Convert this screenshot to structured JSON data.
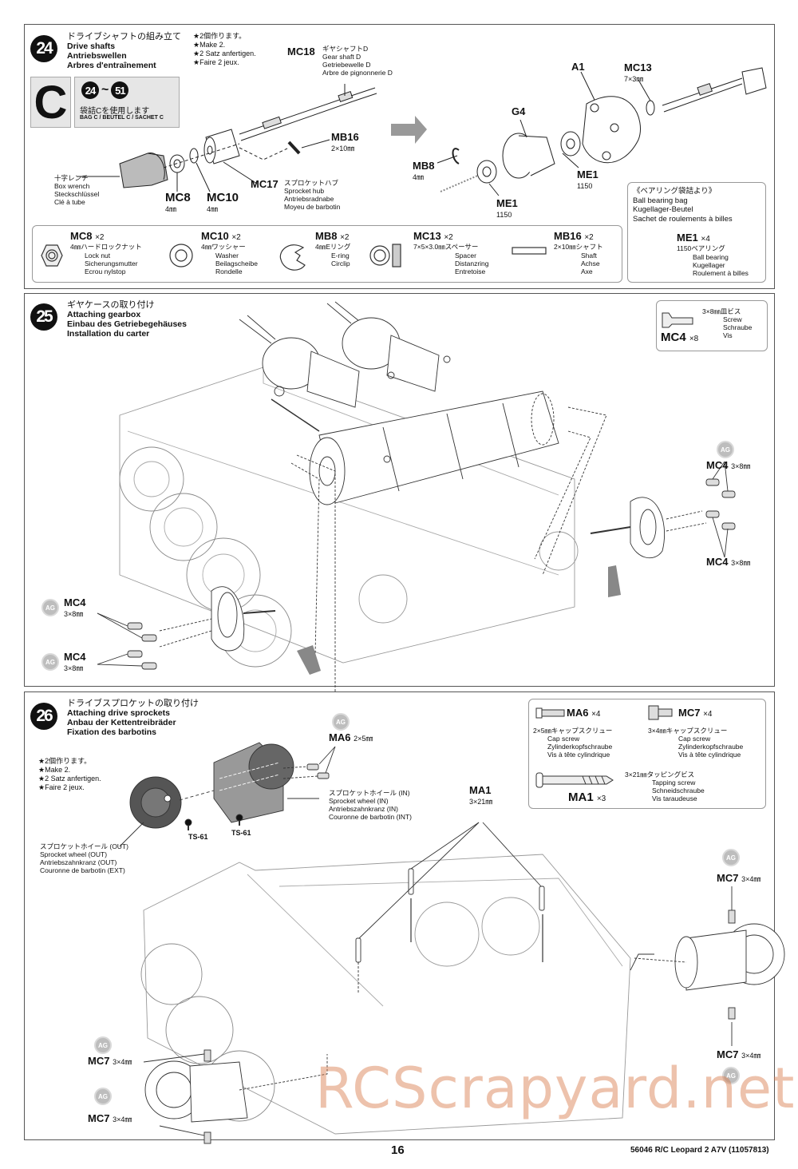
{
  "page": {
    "number": "16",
    "reference": "56046 R/C Leopard 2 A7V (11057813)",
    "watermark": "RCScrapyard.net"
  },
  "step24": {
    "number": "24",
    "title_jp": "ドライブシャフトの組み立て",
    "title_en": "Drive shafts",
    "title_de": "Antriebswellen",
    "title_fr": "Arbres d'entraînement",
    "notes": [
      "★2個作ります。",
      "★Make 2.",
      "★2 Satz anfertigen.",
      "★Faire 2 jeux."
    ],
    "bag": {
      "letter": "C",
      "range_from": "24",
      "range_sep": "~",
      "range_to": "51",
      "text_jp": "袋詰Cを使用します",
      "text_en": "BAG C / BEUTEL C / SACHET C"
    },
    "labels": {
      "mc18": {
        "code": "MC18",
        "jp": "ギヤシャフトD",
        "en": "Gear shaft D",
        "de": "Getriebewelle D",
        "fr": "Arbre de pignonnerie D"
      },
      "mb16": {
        "code": "MB16",
        "size": "2×10㎜"
      },
      "mc17": {
        "code": "MC17",
        "jp": "スプロケットハブ",
        "en": "Sprocket hub",
        "de": "Antriebsradnabe",
        "fr": "Moyeu de barbotin"
      },
      "wrench": {
        "jp": "十字レンチ",
        "en": "Box wrench",
        "de": "Steckschlüssel",
        "fr": "Clé à tube"
      },
      "mc8": {
        "code": "MC8",
        "size": "4㎜"
      },
      "mc10": {
        "code": "MC10",
        "size": "4㎜"
      },
      "a1": {
        "code": "A1"
      },
      "mc13": {
        "code": "MC13",
        "size": "7×3㎜"
      },
      "g4": {
        "code": "G4"
      },
      "mb8": {
        "code": "MB8",
        "size": "4㎜"
      },
      "me1a": {
        "code": "ME1",
        "size": "1150"
      },
      "me1b": {
        "code": "ME1",
        "size": "1150"
      }
    },
    "parts": [
      {
        "code": "MC8",
        "qty": "×2",
        "jp": "4㎜ハードロックナット",
        "en": "Lock nut",
        "de": "Sicherungsmutter",
        "fr": "Ecrou nylstop"
      },
      {
        "code": "MC10",
        "qty": "×2",
        "jp": "4㎜ワッシャー",
        "en": "Washer",
        "de": "Beilagscheibe",
        "fr": "Rondelle"
      },
      {
        "code": "MB8",
        "qty": "×2",
        "jp": "4㎜Eリング",
        "en": "E-ring",
        "de": "Circlip",
        "fr": ""
      },
      {
        "code": "MC13",
        "qty": "×2",
        "jp": "7×5×3.0㎜スペーサー",
        "en": "Spacer",
        "de": "Distanzring",
        "fr": "Entretoise"
      },
      {
        "code": "MB16",
        "qty": "×2",
        "jp": "2×10㎜シャフト",
        "en": "Shaft",
        "de": "Achse",
        "fr": "Axe"
      }
    ],
    "bearing_bag": {
      "jp": "《ベアリング袋詰より》",
      "en": "Ball bearing bag",
      "de": "Kugellager-Beutel",
      "fr": "Sachet de roulements à billes",
      "part": {
        "code": "ME1",
        "qty": "×4",
        "jp": "1150ベアリング",
        "en": "Ball bearing",
        "de": "Kugellager",
        "fr": "Roulement à billes"
      }
    }
  },
  "step25": {
    "number": "25",
    "title_jp": "ギヤケースの取り付け",
    "title_en": "Attaching gearbox",
    "title_de": "Einbau des Getriebegehäuses",
    "title_fr": "Installation du carter",
    "part": {
      "code": "MC4",
      "qty": "×8",
      "jp": "3×8㎜皿ビス",
      "en": "Screw",
      "de": "Schraube",
      "fr": "Vis"
    },
    "callouts": [
      {
        "code": "MC4",
        "size": "3×8㎜"
      },
      {
        "code": "MC4",
        "size": "3×8㎜"
      },
      {
        "code": "MC4",
        "size": "3×8㎜"
      },
      {
        "code": "MC4",
        "size": "3×8㎜"
      }
    ],
    "badge": "AG"
  },
  "step26": {
    "number": "26",
    "title_jp": "ドライブスプロケットの取り付け",
    "title_en": "Attaching drive sprockets",
    "title_de": "Anbau der Kettentreibräder",
    "title_fr": "Fixation des barbotins",
    "notes": [
      "★2個作ります。",
      "★Make 2.",
      "★2 Satz anfertigen.",
      "★Faire 2 jeux."
    ],
    "sprocket_out": {
      "jp": "スプロケットホイール (OUT)",
      "en": "Sprocket wheel (OUT)",
      "de": "Antriebszahnkranz (OUT)",
      "fr": "Couronne de barbotin (EXT)"
    },
    "sprocket_in": {
      "jp": "スプロケットホイール (IN)",
      "en": "Sprocket wheel (IN)",
      "de": "Antriebszahnkranz (IN)",
      "fr": "Couronne de barbotin (INT)"
    },
    "ts61": "TS-61",
    "ma6_callout": {
      "code": "MA6",
      "size": "2×5㎜"
    },
    "ma1_callout": {
      "code": "MA1",
      "size": "3×21㎜"
    },
    "mc7_callouts": [
      {
        "code": "MC7",
        "size": "3×4㎜"
      },
      {
        "code": "MC7",
        "size": "3×4㎜"
      },
      {
        "code": "MC7",
        "size": "3×4㎜"
      },
      {
        "code": "MC7",
        "size": "3×4㎜"
      }
    ],
    "parts": [
      {
        "code": "MA6",
        "qty": "×4",
        "jp": "2×5㎜キャップスクリュー",
        "en": "Cap screw",
        "de": "Zylinderkopfschraube",
        "fr": "Vis à tête cylindrique"
      },
      {
        "code": "MC7",
        "qty": "×4",
        "jp": "3×4㎜キャップスクリュー",
        "en": "Cap screw",
        "de": "Zylinderkopfschraube",
        "fr": "Vis à tête cylindrique"
      },
      {
        "code": "MA1",
        "qty": "×3",
        "jp": "3×21㎜タッピングビス",
        "en": "Tapping screw",
        "de": "Schneidschraube",
        "fr": "Vis taraudeuse"
      }
    ],
    "badge": "AG"
  }
}
